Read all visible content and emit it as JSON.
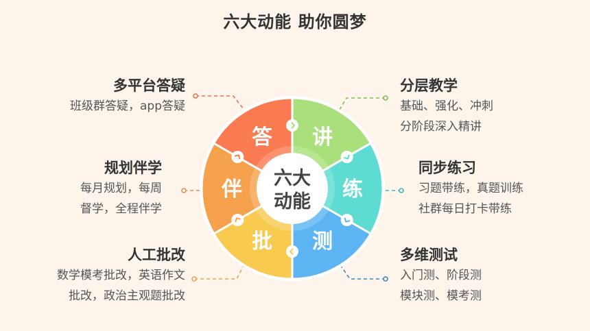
{
  "title": "六大动能 助你圆梦",
  "center_label": [
    "六大",
    "动能"
  ],
  "segments": [
    {
      "char": "讲",
      "color": "#a9e07b"
    },
    {
      "char": "练",
      "color": "#5edcd2"
    },
    {
      "char": "测",
      "color": "#5cb5f2"
    },
    {
      "char": "批",
      "color": "#f8ca50"
    },
    {
      "char": "伴",
      "color": "#f6a24c"
    },
    {
      "char": "答",
      "color": "#fa7b51"
    }
  ],
  "features": {
    "answer": {
      "heading": "多平台答疑",
      "lines": [
        "班级群答疑，app答疑"
      ],
      "color": "#f0703f"
    },
    "teach": {
      "heading": "分层教学",
      "lines": [
        "基础、强化、冲刺",
        "分阶段深入精讲"
      ],
      "color": "#7cc04c"
    },
    "accompany": {
      "heading": "规划伴学",
      "lines": [
        "每月规划，每周",
        "督学，全程伴学"
      ],
      "color": "#f08a45"
    },
    "practice": {
      "heading": "同步练习",
      "lines": [
        "习题带练，真题训练",
        "社群每日打卡带练"
      ],
      "color": "#3ab9b5"
    },
    "correct": {
      "heading": "人工批改",
      "lines": [
        "数学模考批改，英语作文",
        "批改，政治主观题批改"
      ],
      "color": "#f0a050"
    },
    "test": {
      "heading": "多维测试",
      "lines": [
        "入门测、阶段测",
        "模块测、模考测"
      ],
      "color": "#3a86c0"
    }
  }
}
